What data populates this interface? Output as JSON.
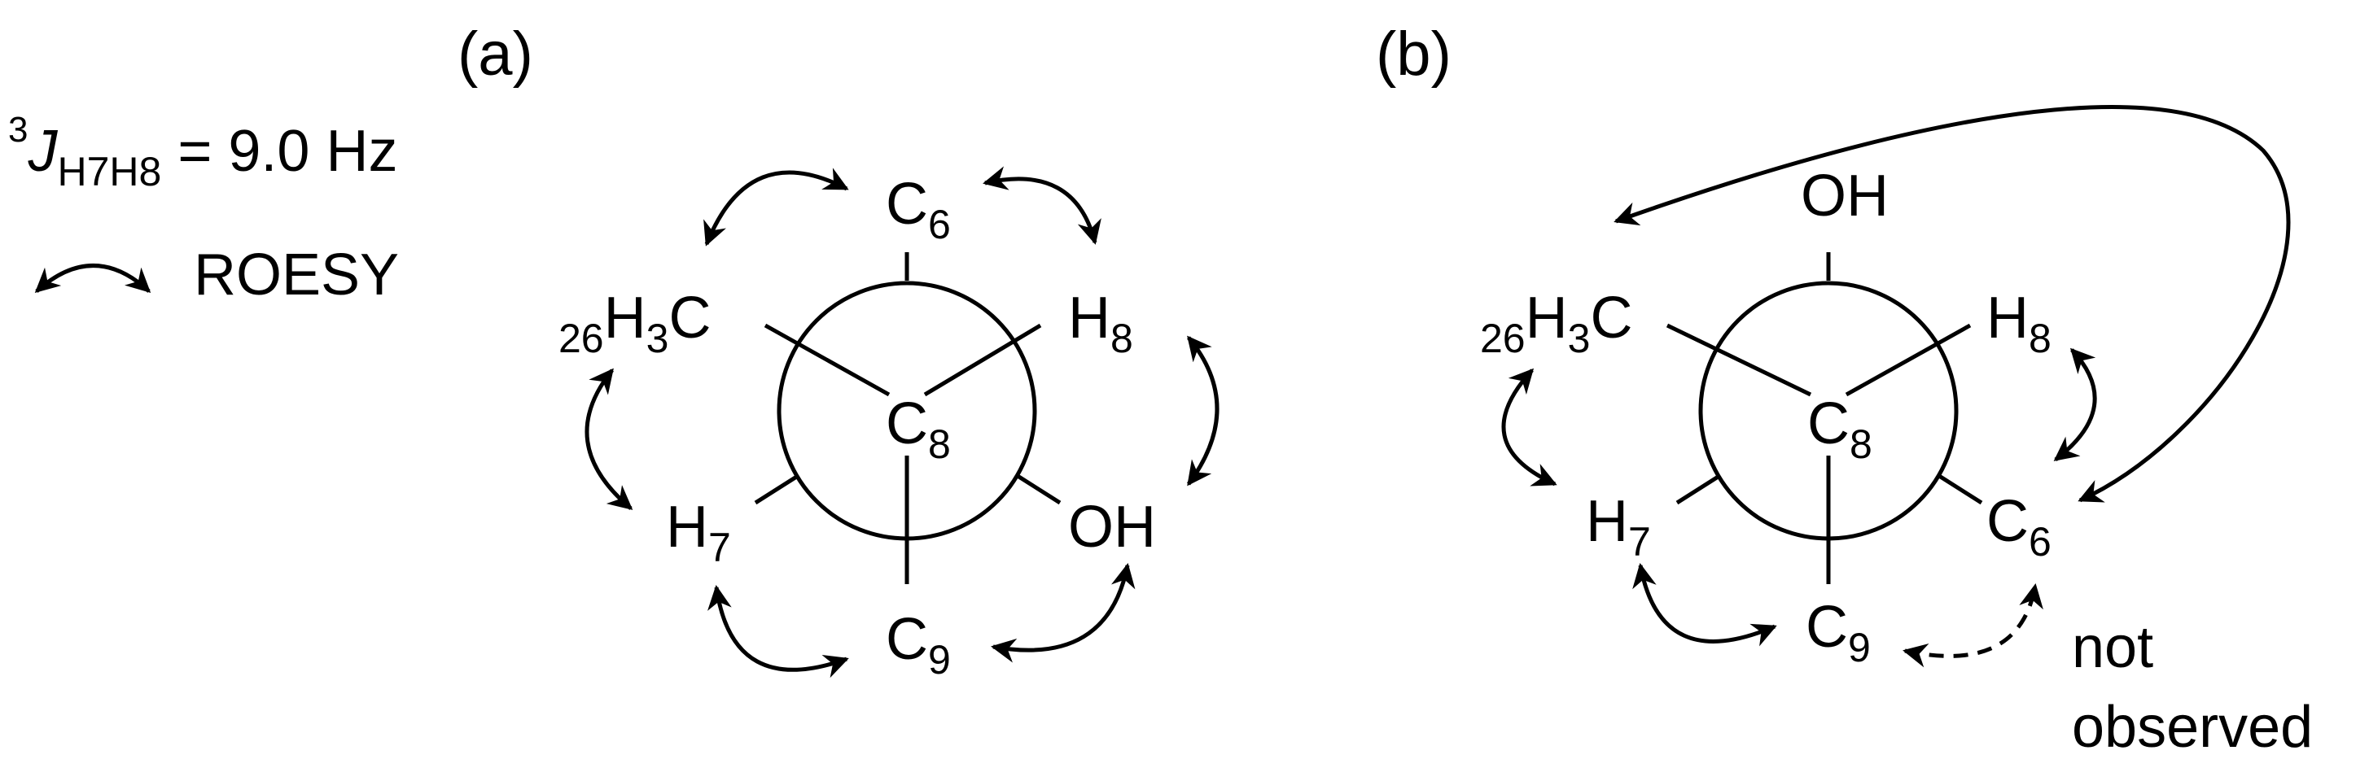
{
  "legend": {
    "coupling": {
      "sup": "3",
      "j": "J",
      "sub": "H7H8",
      "value": " = 9.0 Hz"
    },
    "roesy_label": "ROESY"
  },
  "panel_a": {
    "label": "(a)",
    "center": {
      "main": "C",
      "sub": "8"
    },
    "c6": {
      "main": "C",
      "sub": "6"
    },
    "h8": {
      "main": "H",
      "sub": "8"
    },
    "oh": "OH",
    "c9": {
      "main": "C",
      "sub": "9"
    },
    "h7": {
      "main": "H",
      "sub": "7"
    },
    "ch3": {
      "pre": "26",
      "h": "H",
      "three": "3",
      "c": "C"
    }
  },
  "panel_b": {
    "label": "(b)",
    "center": {
      "main": "C",
      "sub": "8"
    },
    "oh": "OH",
    "h8": {
      "main": "H",
      "sub": "8"
    },
    "c6": {
      "main": "C",
      "sub": "6"
    },
    "c9": {
      "main": "C",
      "sub": "9"
    },
    "h7": {
      "main": "H",
      "sub": "7"
    },
    "ch3": {
      "pre": "26",
      "h": "H",
      "three": "3",
      "c": "C"
    },
    "not_observed": {
      "line1": "not",
      "line2": "observed"
    }
  }
}
